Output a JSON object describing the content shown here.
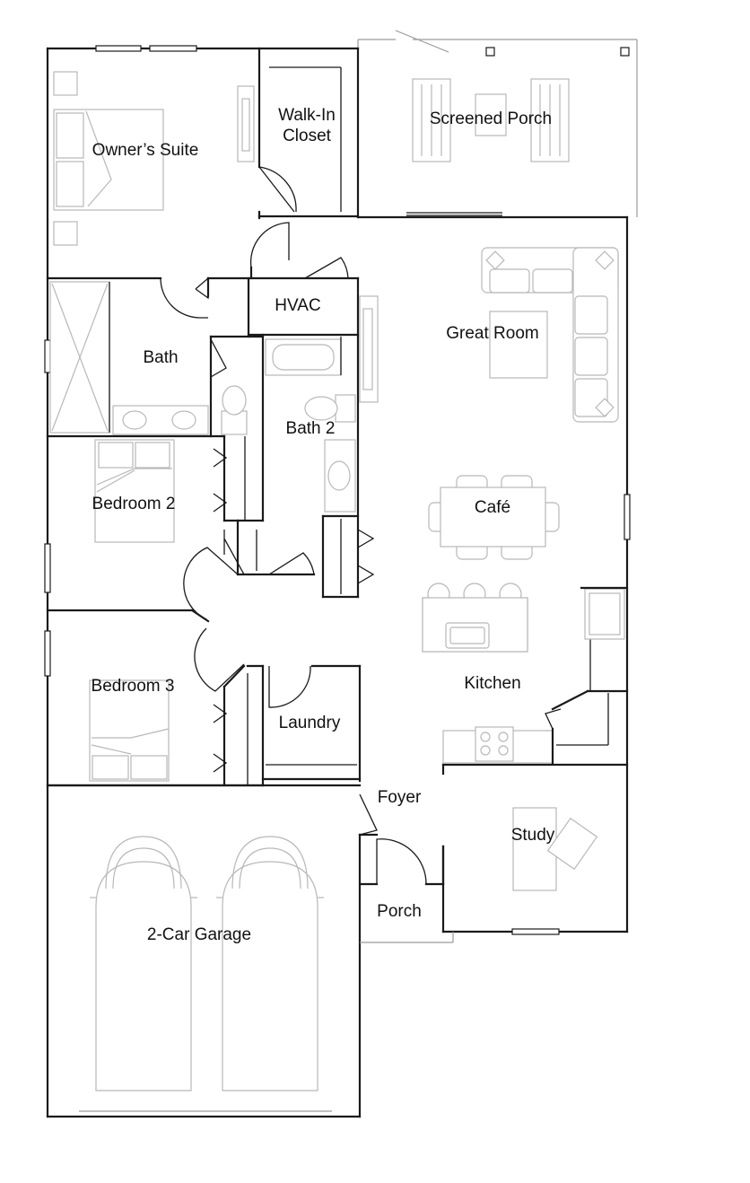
{
  "plan": {
    "rooms": {
      "owners_suite": "Owner’s Suite",
      "walk_in_closet_line1": "Walk-In",
      "walk_in_closet_line2": "Closet",
      "screened_porch": "Screened Porch",
      "hvac": "HVAC",
      "great_room": "Great Room",
      "bath": "Bath",
      "bath_2": "Bath 2",
      "bedroom_2": "Bedroom 2",
      "cafe": "Café",
      "bedroom_3": "Bedroom 3",
      "kitchen": "Kitchen",
      "laundry": "Laundry",
      "foyer": "Foyer",
      "study": "Study",
      "porch": "Porch",
      "garage": "2-Car Garage"
    },
    "colors": {
      "wall": "#1a1a1a",
      "furniture": "#b8b8b8",
      "background": "#ffffff"
    }
  }
}
